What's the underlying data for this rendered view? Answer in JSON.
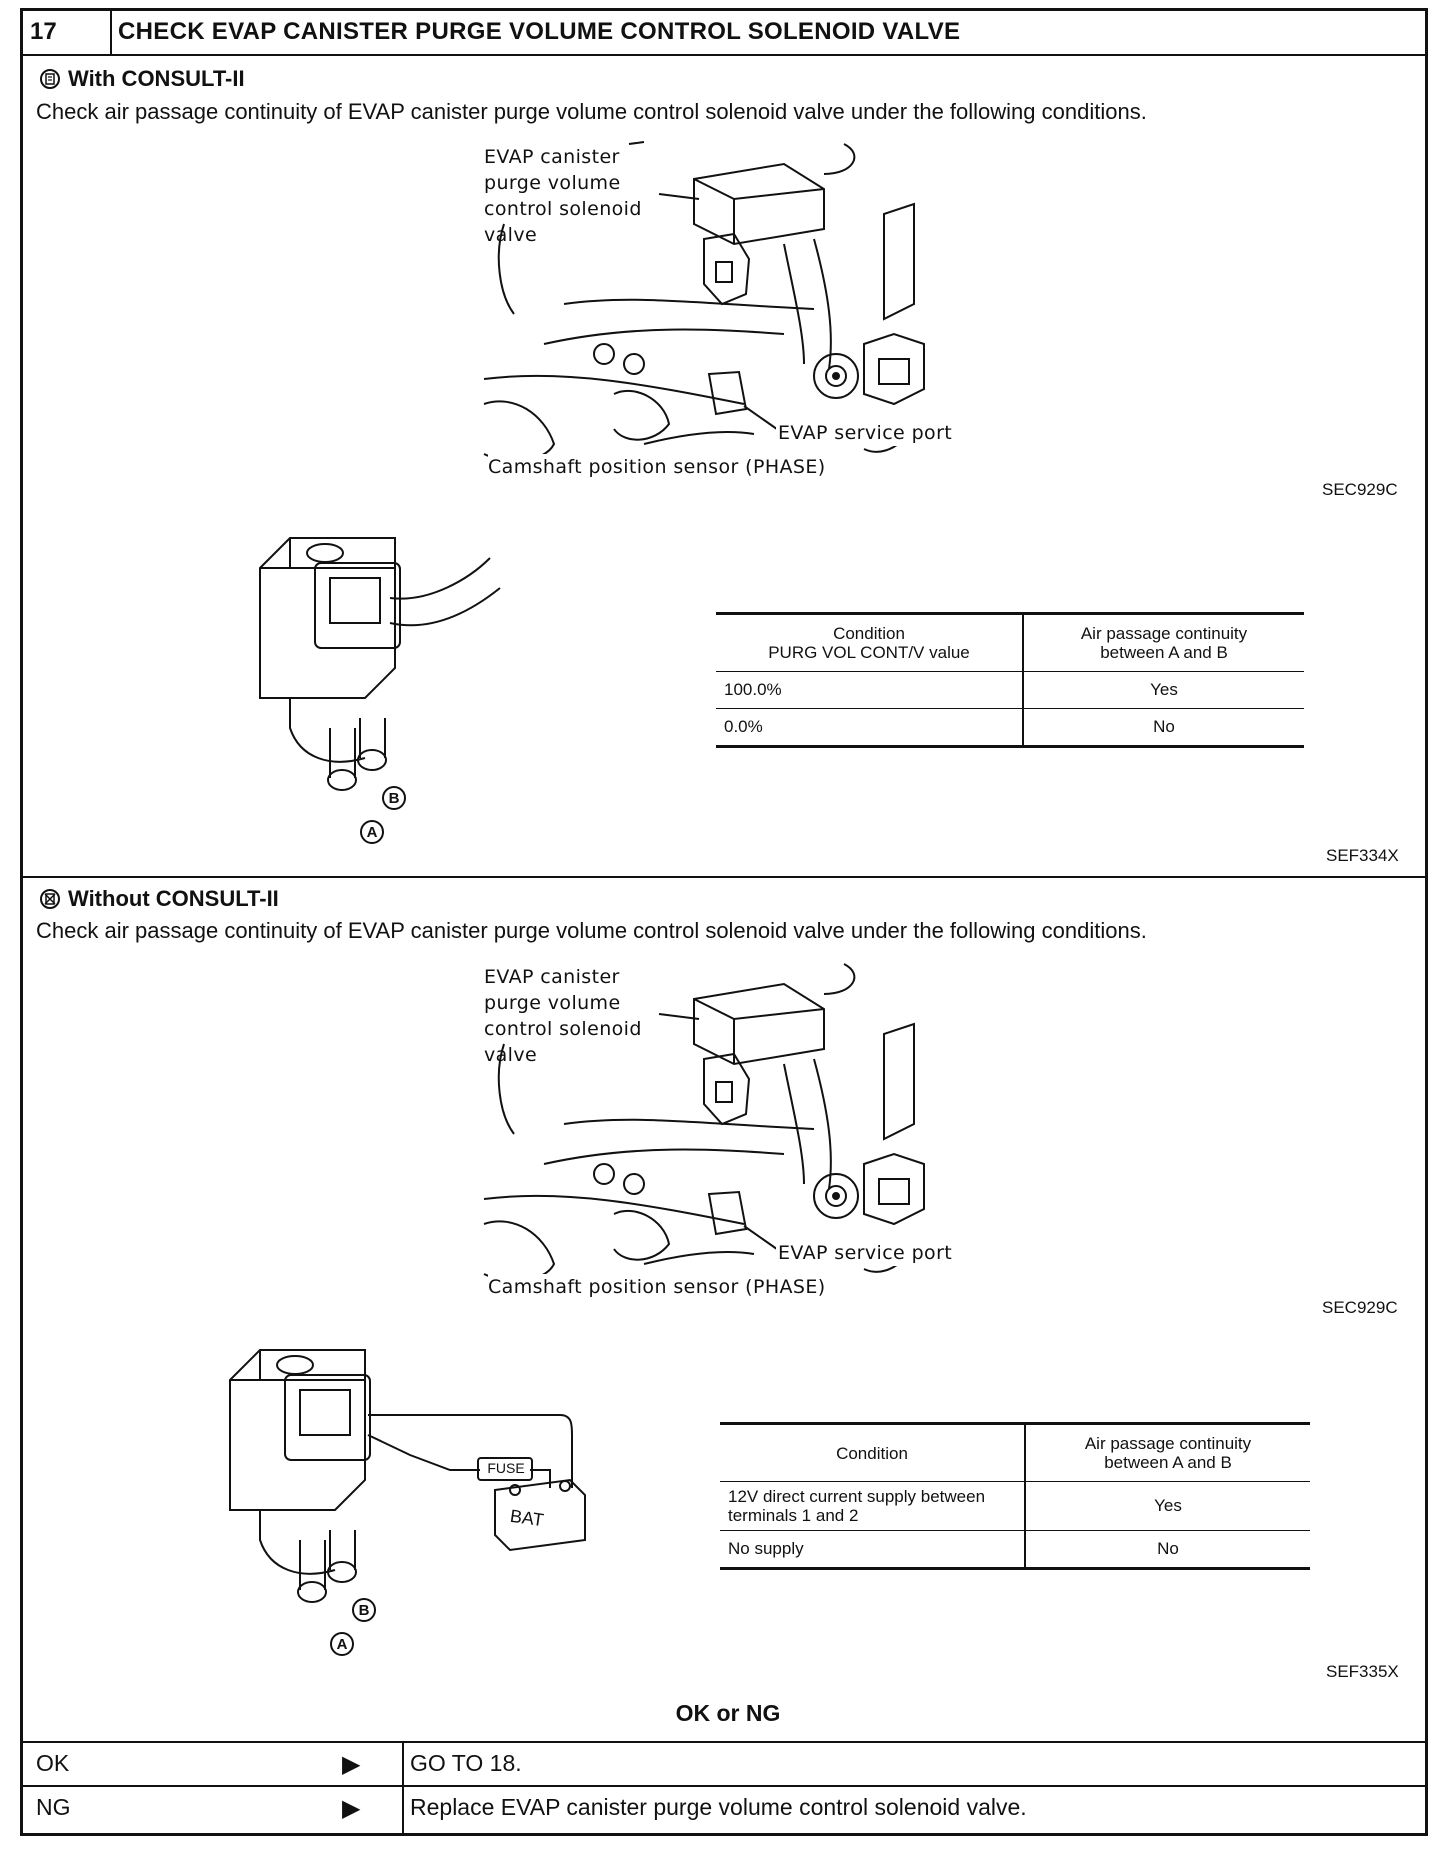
{
  "step": {
    "number": "17",
    "title": "CHECK EVAP CANISTER PURGE VOLUME CONTROL SOLENOID VALVE"
  },
  "with_consult": {
    "icon": "consult-on-icon",
    "heading": "With CONSULT-II",
    "instruction": "Check air passage continuity of EVAP canister purge volume control solenoid valve under the following conditions.",
    "engine_figure": {
      "label_valve": [
        "EVAP canister",
        "purge volume",
        "control solenoid",
        "valve"
      ],
      "label_port": "EVAP service port",
      "label_sensor": "Camshaft position sensor (PHASE)",
      "code": "SEC929C"
    },
    "valve_figure": {
      "port_a": "A",
      "port_b": "B",
      "code": "SEF334X"
    },
    "table": {
      "headers": [
        [
          "Condition",
          "PURG VOL CONT/V value"
        ],
        [
          "Air passage continuity",
          "between A and B"
        ]
      ],
      "rows": [
        {
          "condition": "100.0%",
          "result": "Yes"
        },
        {
          "condition": "0.0%",
          "result": "No"
        }
      ]
    }
  },
  "without_consult": {
    "icon": "consult-off-icon",
    "heading": "Without CONSULT-II",
    "instruction": "Check air passage continuity of EVAP canister purge volume control solenoid valve under the following conditions.",
    "engine_figure": {
      "label_valve": [
        "EVAP canister",
        "purge volume",
        "control solenoid",
        "valve"
      ],
      "label_port": "EVAP service port",
      "label_sensor": "Camshaft position sensor (PHASE)",
      "code": "SEC929C"
    },
    "valve_figure": {
      "port_a": "A",
      "port_b": "B",
      "fuse": "FUSE",
      "battery": "BAT",
      "code": "SEF335X"
    },
    "table": {
      "headers": [
        [
          "Condition"
        ],
        [
          "Air passage continuity",
          "between A and B"
        ]
      ],
      "rows": [
        {
          "condition": [
            "12V direct current supply between",
            "terminals 1 and 2"
          ],
          "result": "Yes"
        },
        {
          "condition": [
            "No supply"
          ],
          "result": "No"
        }
      ]
    }
  },
  "result": {
    "prompt": "OK or NG",
    "rows": [
      {
        "label": "OK",
        "action": "GO TO 18."
      },
      {
        "label": "NG",
        "action": "Replace EVAP canister purge volume control solenoid valve."
      }
    ]
  }
}
